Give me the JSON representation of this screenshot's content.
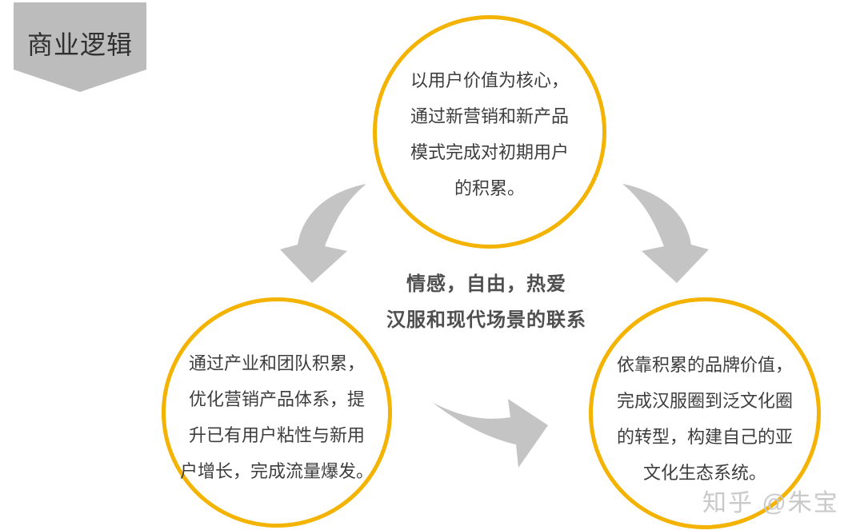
{
  "banner": {
    "label": "商业逻辑"
  },
  "diagram": {
    "top_circle": {
      "lines": [
        "以用户价值为核心，",
        "通过新营销和新产品",
        "模式完成对初期用户",
        "的积累。"
      ]
    },
    "bottom_left_circle": {
      "lines": [
        "通过产业和团队积累，",
        "优化营销产品体系，提",
        "升已有用户粘性与新用",
        "户增长，完成流量爆发。"
      ]
    },
    "bottom_right_circle": {
      "lines": [
        "依靠积累的品牌价值，",
        "完成汉服圈到泛文化圈",
        "的转型，构建自己的亚",
        "文化生态系统。"
      ]
    },
    "center_text": {
      "line1": "情感，自由，热爱",
      "line2": "汉服和现代场景的联系"
    },
    "arrows": [
      "top-to-bottom-left",
      "top-to-bottom-right",
      "bottom-left-to-bottom-right"
    ]
  },
  "watermark": {
    "text": "知乎 @朱宝"
  },
  "colors": {
    "circle_stroke": "#f3b300",
    "arrow_fill": "#c4c4c4",
    "banner_fill": "#bcbcbc",
    "banner_text": "#2f2f2f",
    "body_text": "#3d3d3d",
    "center_text": "#4f4f4f",
    "watermark_text": "#c9c9c9",
    "background": "#ffffff"
  }
}
